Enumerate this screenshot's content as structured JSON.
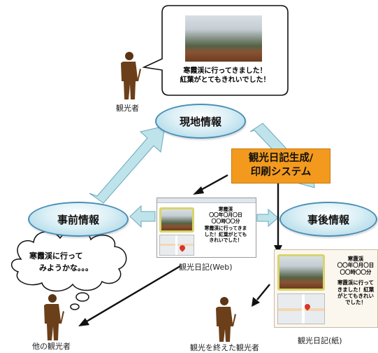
{
  "tourist_label": "観光者",
  "tourist_speech": [
    "寒霞渓に行ってきました！",
    "紅葉がとてもきれいでした！"
  ],
  "onsite_info": "現地情報",
  "pre_info": "事前情報",
  "post_info": "事後情報",
  "system_box": [
    "観光日記生成/",
    "印刷システム"
  ],
  "web_caption": "観光日記(Web)",
  "paper_caption": "観光日記(紙)",
  "other_tourist": "他の観光者",
  "finished_tourist": "観光を終えた観光者",
  "other_thought": [
    "寒霞渓に行って",
    "みようかな。。。"
  ],
  "web_diary": {
    "title": "寒霞渓",
    "date": "〇〇年〇月〇日",
    "time": "〇〇時〇〇分",
    "body": [
      "寒霞渓に行ってきま",
      "した！紅葉がとても",
      "きれいでした！"
    ]
  },
  "paper_diary": {
    "title": "寒霞渓",
    "date": "〇〇年〇月〇日",
    "time": "〇〇時〇〇分",
    "body": [
      "寒霞渓に行って",
      "きました！紅葉",
      "がとてもきれい",
      "でした！"
    ]
  },
  "colors": {
    "ellipse_border": "#4a8fb5",
    "arrow_fill": "#bfe3ea",
    "system_orange": "#f39a1e"
  }
}
